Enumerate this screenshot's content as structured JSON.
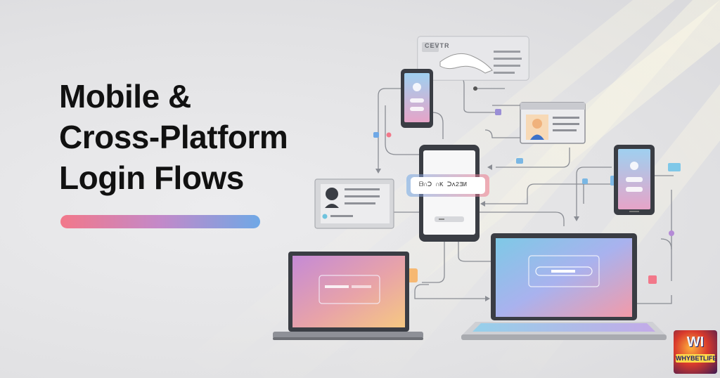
{
  "title": {
    "line1": "Mobile &",
    "line2": "Cross-Platform",
    "line3": "Login Flows"
  },
  "top_card": {
    "label": "CEVTR"
  },
  "login_field": {
    "text": "ᗷ∩Ↄ ∩K ᑐʌ2ƎИ"
  },
  "logo": {
    "line1": "WI",
    "line2": "WHYBETLIFE"
  },
  "colors": {
    "gradient_start": "#f2788a",
    "gradient_mid": "#c389c9",
    "gradient_end": "#6fa8e6",
    "title_text": "#111111",
    "device_frame": "#3a3d44"
  },
  "icons": [
    "phone-icon",
    "laptop-icon",
    "profile-card-icon",
    "avatar-icon"
  ]
}
